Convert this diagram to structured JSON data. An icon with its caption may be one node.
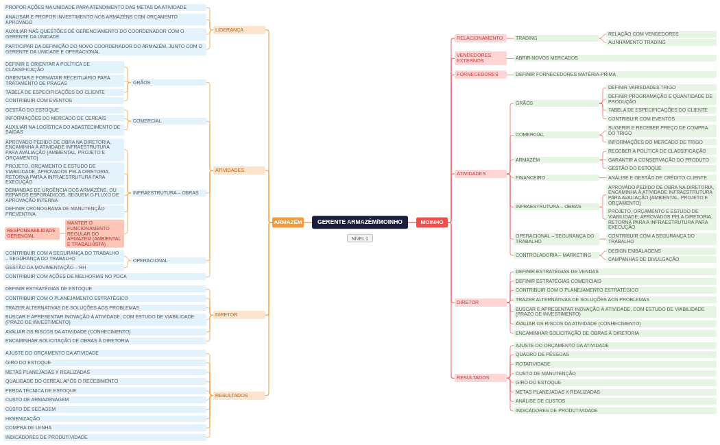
{
  "diagram": {
    "nodes": [
      {
        "text": [
          "GERENTE ARMAZÉM/MOINHO"
        ]
      },
      {
        "text": [
          "MOINHO"
        ]
      },
      {
        "text": [
          "RELACIONAMENTO"
        ]
      },
      {
        "text": [
          "TRADING"
        ]
      },
      {
        "text": [
          "RELAÇÃO COM VENDEDORES"
        ]
      },
      {
        "text": [
          "ALINHAMENTO TRADING"
        ]
      },
      {
        "text": [
          "VENDEDORES EXTERNOS"
        ]
      },
      {
        "text": [
          "ABRIR NOVOS MERCADOS"
        ]
      },
      {
        "text": [
          "FORNECEDORES"
        ]
      },
      {
        "text": [
          "DEFINIR FORNECEDORES MATÉRIA-PRIMA"
        ]
      },
      {
        "text": [
          "ATIVIDADES"
        ]
      },
      {
        "text": [
          "GRÃOS"
        ]
      },
      {
        "text": [
          "DEFINIR VARIEDADES TRIGO"
        ]
      },
      {
        "text": [
          "DEFINIR PROGRAMAÇÃO E QUANTIDADE DE PRODUÇÃO"
        ]
      },
      {
        "text": [
          "TABELA DE ESPECIFICAÇÕES DO CLIENTE"
        ]
      },
      {
        "text": [
          "CONTRIBUIR COM EVENTOS"
        ]
      },
      {
        "text": [
          "COMERCIAL"
        ]
      },
      {
        "text": [
          "SUGERIR E RECEBER PREÇO DE COMPRA DO TRIGO"
        ]
      },
      {
        "text": [
          "INFORMAÇÕES DO MERCADO DE TRIGO"
        ]
      },
      {
        "text": [
          "ARMAZÉM"
        ]
      },
      {
        "text": [
          "RECEBER A POLÍTICA DE CLASSIFICAÇÃO"
        ]
      },
      {
        "text": [
          "GARANTIR A CONSERVAÇÃO DO PRODUTO"
        ]
      },
      {
        "text": [
          "GESTÃO DO ESTOQUE"
        ]
      },
      {
        "text": [
          "FINANCEIRO"
        ]
      },
      {
        "text": [
          "ANÁLISE E GESTÃO DE CRÉDITO CLIENTE"
        ]
      },
      {
        "text": [
          "INFRAESTRUTURA – OBRAS"
        ]
      },
      {
        "text": [
          "APROVADO PEDIDO DE OBRA NA DIRETORIA, ENCAMINHA À ATIVIDADE INFRAESTRUTURA PARA AVALIAÇÃO (AMBIENTAL, PROJETO E ORÇAMENTO)"
        ]
      },
      {
        "text": [
          "PROJETO, ORÇAMENTO E ESTUDO DE VIABILIDADE, APROVADOS PELA DIRETORIA, RETORNA PARA A INFRAESTRUTURA PARA EXECUÇÃO"
        ]
      },
      {
        "text": [
          "OPERACIONAL – SEGURANÇA DO TRABALHO"
        ]
      },
      {
        "text": [
          "CONTRIBUIR COM A SEGURANÇA DO TRABALHO"
        ]
      },
      {
        "text": [
          "CONTROLADORIA – MARKETING"
        ]
      },
      {
        "text": [
          "DESIGN EMBALAGENS"
        ]
      },
      {
        "text": [
          "CAMPANHAS DE DIVULGAÇÃO"
        ]
      },
      {
        "text": [
          "DIRETOR"
        ]
      },
      {
        "text": [
          "DEFINIR ESTRATÉGIAS DE VENDAS"
        ]
      },
      {
        "text": [
          "DEFINIR ESTRATÉGIAS COMERCIAIS"
        ]
      },
      {
        "text": [
          "CONTRIBUIR COM O PLANEJAMENTO ESTRATÉGICO"
        ]
      },
      {
        "text": [
          "TRAZER ALTERNATIVAS DE SOLUÇÕES AOS PROBLEMAS"
        ]
      },
      {
        "text": [
          "BUSCAR E APRESENTAR INOVAÇÃO À ATIVIDADE, COM ESTUDO DE VIABILIDADE (PRAZO DE INVESTIMENTO)"
        ]
      },
      {
        "text": [
          "AVALIAR OS RISCOS DA ATIVIDADE (CONHECIMENTO)"
        ]
      },
      {
        "text": [
          "ENCAMINHAR SOLICITAÇÃO DE OBRAS À DIRETORIA"
        ]
      },
      {
        "text": [
          "RESULTADOS"
        ]
      },
      {
        "text": [
          "AJUSTE DO ORÇAMENTO DA ATIVIDADE"
        ]
      },
      {
        "text": [
          "QUADRO DE PESSOAS"
        ]
      },
      {
        "text": [
          "ROTATIVIDADE"
        ]
      },
      {
        "text": [
          "CUSTO DE MANUTENÇÃO"
        ]
      },
      {
        "text": [
          "GIRO DO ESTOQUE"
        ]
      },
      {
        "text": [
          "METAS PLANEJADAS X REALIZADAS"
        ]
      },
      {
        "text": [
          "ANÁLISE DE CUSTOS"
        ]
      },
      {
        "text": [
          "INDICADORES DE PRODUTIVIDADE"
        ]
      },
      {
        "text": [
          "ARMAZÉM"
        ]
      },
      {
        "text": [
          "LIDERANÇA"
        ]
      },
      {
        "text": [
          "PROPOR AÇÕES NA UNIDADE PARA ATENDIMENTO DAS METAS DA ATIVIDADE"
        ]
      },
      {
        "text": [
          "ANALISAR E PROPOR INVESTIMENTO NOS ARMAZÉNS COM ORÇAMENTO APROVADO"
        ]
      },
      {
        "text": [
          "AUXILIAR NAS QUESTÕES DE GERENCIAMENTO DO COORDENADOR COM O GERENTE DA UNIDADE"
        ]
      },
      {
        "text": [
          "PARTICIPAR DA DEFINIÇÃO DO NOVO COORDENADOR DO ARMAZÉM, JUNTO COM O GERENTE DA UNIDADE E OPERACIONAL"
        ]
      },
      {
        "text": [
          "ATIVIDADES"
        ]
      },
      {
        "text": [
          "GRÃOS"
        ]
      },
      {
        "text": [
          "DEFINIR E ORIENTAR A POLÍTICA DE CLASSIFICAÇÃO"
        ]
      },
      {
        "text": [
          "ORIENTAR E FORMATAR RECEITUÁRIO PARA TRATAMENTO DE PRAGAS"
        ]
      },
      {
        "text": [
          "TABELA DE ESPECIFICAÇÕES DO CLIENTE"
        ]
      },
      {
        "text": [
          "CONTRIBUIR COM EVENTOS"
        ]
      },
      {
        "text": [
          "COMERCIAL"
        ]
      },
      {
        "text": [
          "GESTÃO DO ESTOQUE"
        ]
      },
      {
        "text": [
          "INFORMAÇÕES DO MERCADO DE CEREAIS"
        ]
      },
      {
        "text": [
          "AUXILIAR NA LOGÍSTICA DO ABASTECIMENTO DE SAÍDAS"
        ]
      },
      {
        "text": [
          "INFRAESTRUTURA – OBRAS"
        ]
      },
      {
        "text": [
          "APROVADO PEDIDO DE OBRA NA DIRETORIA, ENCAMINHA À ATIVIDADE INFRAESTRUTURA PARA AVALIAÇÃO (AMBIENTAL, PROJETO E ORÇAMENTO)"
        ]
      },
      {
        "text": [
          "PROJETO, ORÇAMENTO E ESTUDO DE VIABILIDADE, APROVADOS PELA DIRETORIA, RETORNA PARA A INFRAESTRUTURA PARA EXECUÇÃO"
        ]
      },
      {
        "text": [
          "DEMANDAS DE URGÊNCIA DOS ARMAZÉNS, OU REPAROS ESPORÁDICOS, SEGUEM O FLUXO DE APROVAÇÃO INTERNA"
        ]
      },
      {
        "text": [
          "DEFINIR CRONOGRAMA DE MANUTENÇÃO PREVENTIVA"
        ]
      },
      {
        "text": [
          "MANTER O FUNCIONAMENTO REGULAR DO ARMAZÉM (AMBIENTAL E TRABALHISTA)"
        ]
      },
      {
        "text": [
          "RESPONSABILIDADE GERENCIAL"
        ]
      },
      {
        "text": [
          "OPERACIONAL"
        ]
      },
      {
        "text": [
          "CONTRIBUIR COM A SEGURANÇA DO TRABALHO – SEGURANÇA DO TRABALHO"
        ]
      },
      {
        "text": [
          "GESTÃO DA MOVIMENTAÇÃO – RH"
        ]
      },
      {
        "text": [
          "CONTRIBUIR COM AÇÕES DE MELHORIAS NO PDCA"
        ]
      },
      {
        "text": [
          "DIRETOR"
        ]
      },
      {
        "text": [
          "DEFINIR ESTRATÉGIAS DE ESTOQUE"
        ]
      },
      {
        "text": [
          "CONTRIBUIR COM O PLANEJAMENTO ESTRATÉGICO"
        ]
      },
      {
        "text": [
          "TRAZER ALTERNATIVAS DE SOLUÇÕES AOS PROBLEMAS"
        ]
      },
      {
        "text": [
          "BUSCAR E APRESENTAR INOVAÇÃO À ATIVIDADE, COM ESTUDO DE VIABILIDADE (PRAZO DE INVESTIMENTO)"
        ]
      },
      {
        "text": [
          "AVALIAR OS RISCOS DA ATIVIDADE (CONHECIMENTO)"
        ]
      },
      {
        "text": [
          "ENCAMINHAR SOLICITAÇÃO DE OBRAS À DIRETORIA"
        ]
      },
      {
        "text": [
          "RESULTADOS"
        ]
      },
      {
        "text": [
          "AJUSTE DO ORÇAMENTO DA ATIVIDADE"
        ]
      },
      {
        "text": [
          "GIRO DO ESTOQUE"
        ]
      },
      {
        "text": [
          "METAS PLANEJADAS X REALIZADAS"
        ]
      },
      {
        "text": [
          "QUALIDADE DO CEREAL APÓS O RECEBIMENTO"
        ]
      },
      {
        "text": [
          "PERDA TÉCNICA DE ESTOQUE"
        ]
      },
      {
        "text": [
          "CUSTO DE ARMAZENAGEM"
        ]
      },
      {
        "text": [
          "CUSTO DE SECAGEM"
        ]
      },
      {
        "text": [
          "HIGIENIZAÇÃO"
        ]
      },
      {
        "text": [
          "COMPRA DE LENHA"
        ]
      },
      {
        "text": [
          "INDICADORES DE PRODUTIVIDADE"
        ]
      },
      {
        "text": [
          "NÍVEL 1"
        ]
      }
    ],
    "edges": [
      {
        "from": 0,
        "to": 1,
        "arrow": "none"
      },
      {
        "from": 1,
        "to": 2,
        "arrow": "none"
      },
      {
        "from": 2,
        "to": 3,
        "arrow": "none"
      },
      {
        "from": 3,
        "to": 4,
        "arrow": "none"
      },
      {
        "from": 3,
        "to": 5,
        "arrow": "none"
      },
      {
        "from": 1,
        "to": 6,
        "arrow": "none"
      },
      {
        "from": 6,
        "to": 7,
        "arrow": "none"
      },
      {
        "from": 1,
        "to": 8,
        "arrow": "none"
      },
      {
        "from": 8,
        "to": 9,
        "arrow": "none"
      },
      {
        "from": 1,
        "to": 10,
        "arrow": "none"
      },
      {
        "from": 10,
        "to": 11,
        "arrow": "none"
      },
      {
        "from": 11,
        "to": 12,
        "arrow": "none"
      },
      {
        "from": 11,
        "to": 13,
        "arrow": "none"
      },
      {
        "from": 11,
        "to": 14,
        "arrow": "none"
      },
      {
        "from": 11,
        "to": 15,
        "arrow": "none"
      },
      {
        "from": 10,
        "to": 16,
        "arrow": "none"
      },
      {
        "from": 16,
        "to": 17,
        "arrow": "none"
      },
      {
        "from": 16,
        "to": 18,
        "arrow": "none"
      },
      {
        "from": 10,
        "to": 19,
        "arrow": "none"
      },
      {
        "from": 19,
        "to": 20,
        "arrow": "none"
      },
      {
        "from": 19,
        "to": 21,
        "arrow": "none"
      },
      {
        "from": 19,
        "to": 22,
        "arrow": "none"
      },
      {
        "from": 10,
        "to": 23,
        "arrow": "none"
      },
      {
        "from": 23,
        "to": 24,
        "arrow": "none"
      },
      {
        "from": 10,
        "to": 25,
        "arrow": "none"
      },
      {
        "from": 25,
        "to": 26,
        "arrow": "none"
      },
      {
        "from": 25,
        "to": 27,
        "arrow": "none"
      },
      {
        "from": 10,
        "to": 28,
        "arrow": "none"
      },
      {
        "from": 28,
        "to": 29,
        "arrow": "none"
      },
      {
        "from": 10,
        "to": 30,
        "arrow": "none"
      },
      {
        "from": 30,
        "to": 31,
        "arrow": "none"
      },
      {
        "from": 30,
        "to": 32,
        "arrow": "none"
      },
      {
        "from": 1,
        "to": 33,
        "arrow": "none"
      },
      {
        "from": 33,
        "to": 34,
        "arrow": "none"
      },
      {
        "from": 33,
        "to": 35,
        "arrow": "none"
      },
      {
        "from": 33,
        "to": 36,
        "arrow": "none"
      },
      {
        "from": 33,
        "to": 37,
        "arrow": "none"
      },
      {
        "from": 33,
        "to": 38,
        "arrow": "none"
      },
      {
        "from": 33,
        "to": 39,
        "arrow": "none"
      },
      {
        "from": 33,
        "to": 40,
        "arrow": "none"
      },
      {
        "from": 1,
        "to": 41,
        "arrow": "none"
      },
      {
        "from": 41,
        "to": 42,
        "arrow": "none"
      },
      {
        "from": 41,
        "to": 43,
        "arrow": "none"
      },
      {
        "from": 41,
        "to": 44,
        "arrow": "none"
      },
      {
        "from": 41,
        "to": 45,
        "arrow": "none"
      },
      {
        "from": 41,
        "to": 46,
        "arrow": "none"
      },
      {
        "from": 41,
        "to": 47,
        "arrow": "none"
      },
      {
        "from": 41,
        "to": 48,
        "arrow": "none"
      },
      {
        "from": 41,
        "to": 49,
        "arrow": "none"
      },
      {
        "from": 0,
        "to": 50,
        "arrow": "none",
        "color": "#f5a655"
      },
      {
        "from": 50,
        "to": 51,
        "arrow": "none",
        "color": "#f5a655"
      },
      {
        "from": 51,
        "to": 52,
        "arrow": "none",
        "color": "#f5a655"
      },
      {
        "from": 51,
        "to": 53,
        "arrow": "none",
        "color": "#f5a655"
      },
      {
        "from": 51,
        "to": 54,
        "arrow": "none",
        "color": "#f5a655"
      },
      {
        "from": 51,
        "to": 55,
        "arrow": "none",
        "color": "#f5a655"
      },
      {
        "from": 50,
        "to": 56,
        "arrow": "none",
        "color": "#f5a655"
      },
      {
        "from": 56,
        "to": 57,
        "arrow": "none",
        "color": "#f5a655"
      },
      {
        "from": 57,
        "to": 58,
        "arrow": "none",
        "color": "#f5a655"
      },
      {
        "from": 57,
        "to": 59,
        "arrow": "none",
        "color": "#f5a655"
      },
      {
        "from": 57,
        "to": 60,
        "arrow": "none",
        "color": "#f5a655"
      },
      {
        "from": 57,
        "to": 61,
        "arrow": "none",
        "color": "#f5a655"
      },
      {
        "from": 56,
        "to": 62,
        "arrow": "none",
        "color": "#f5a655"
      },
      {
        "from": 62,
        "to": 63,
        "arrow": "none",
        "color": "#f5a655"
      },
      {
        "from": 62,
        "to": 64,
        "arrow": "none",
        "color": "#f5a655"
      },
      {
        "from": 62,
        "to": 65,
        "arrow": "none",
        "color": "#f5a655"
      },
      {
        "from": 56,
        "to": 66,
        "arrow": "none",
        "color": "#f5a655"
      },
      {
        "from": 66,
        "to": 67,
        "arrow": "none",
        "color": "#f5a655"
      },
      {
        "from": 66,
        "to": 68,
        "arrow": "none",
        "color": "#f5a655"
      },
      {
        "from": 66,
        "to": 69,
        "arrow": "none",
        "color": "#f5a655"
      },
      {
        "from": 66,
        "to": 70,
        "arrow": "none",
        "color": "#f5a655"
      },
      {
        "from": 66,
        "to": 71,
        "arrow": "none",
        "color": "#f5a655"
      },
      {
        "from": 71,
        "to": 72,
        "arrow": "none",
        "color": "#f5a655"
      },
      {
        "from": 56,
        "to": 73,
        "arrow": "none",
        "color": "#f5a655"
      },
      {
        "from": 73,
        "to": 74,
        "arrow": "none",
        "color": "#f5a655"
      },
      {
        "from": 73,
        "to": 75,
        "arrow": "none",
        "color": "#f5a655"
      },
      {
        "from": 56,
        "to": 76,
        "arrow": "none",
        "color": "#f5a655"
      },
      {
        "from": 50,
        "to": 77,
        "arrow": "none",
        "color": "#f5a655"
      },
      {
        "from": 77,
        "to": 78,
        "arrow": "none",
        "color": "#f5a655"
      },
      {
        "from": 77,
        "to": 79,
        "arrow": "none",
        "color": "#f5a655"
      },
      {
        "from": 77,
        "to": 80,
        "arrow": "none",
        "color": "#f5a655"
      },
      {
        "from": 77,
        "to": 81,
        "arrow": "none",
        "color": "#f5a655"
      },
      {
        "from": 77,
        "to": 82,
        "arrow": "none",
        "color": "#f5a655"
      },
      {
        "from": 77,
        "to": 83,
        "arrow": "none",
        "color": "#f5a655"
      },
      {
        "from": 50,
        "to": 84,
        "arrow": "none",
        "color": "#f5a655"
      },
      {
        "from": 84,
        "to": 85,
        "arrow": "none",
        "color": "#f5a655"
      },
      {
        "from": 84,
        "to": 86,
        "arrow": "none",
        "color": "#f5a655"
      },
      {
        "from": 84,
        "to": 87,
        "arrow": "none",
        "color": "#f5a655"
      },
      {
        "from": 84,
        "to": 88,
        "arrow": "none",
        "color": "#f5a655"
      },
      {
        "from": 84,
        "to": 89,
        "arrow": "none",
        "color": "#f5a655"
      },
      {
        "from": 84,
        "to": 90,
        "arrow": "none",
        "color": "#f5a655"
      },
      {
        "from": 84,
        "to": 91,
        "arrow": "none",
        "color": "#f5a655"
      },
      {
        "from": 84,
        "to": 92,
        "arrow": "none",
        "color": "#f5a655"
      },
      {
        "from": 84,
        "to": 93,
        "arrow": "none",
        "color": "#f5a655"
      },
      {
        "from": 84,
        "to": 94,
        "arrow": "none",
        "color": "#f5a655"
      }
    ]
  }
}
